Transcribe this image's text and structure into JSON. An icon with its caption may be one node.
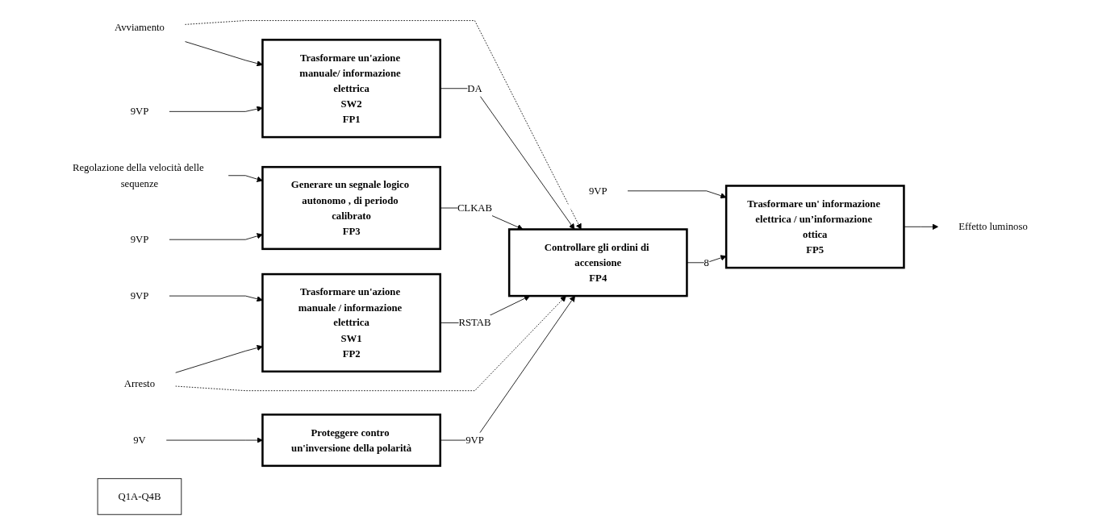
{
  "diagram": {
    "nodes": [
      {
        "text": [
          "Avviamento"
        ]
      },
      {
        "text": [
          "Trasformare un'azione manuale/ informazione elettrica",
          "SW2",
          "FP1"
        ]
      },
      {
        "text": [
          "9VP"
        ]
      },
      {
        "text": [
          "Regolazione della velocità delle sequenze"
        ]
      },
      {
        "text": [
          "Generare un segnale logico autonomo , di periodo calibrato",
          "FP3"
        ]
      },
      {
        "text": [
          "9VP"
        ]
      },
      {
        "text": [
          "9VP"
        ]
      },
      {
        "text": [
          "Trasformare un'azione manuale / informazione elettrica",
          "SW1",
          "FP2"
        ]
      },
      {
        "text": [
          "Arresto"
        ]
      },
      {
        "text": [
          "9V"
        ]
      },
      {
        "text": [
          "Proteggere contro un'inversione della polarità"
        ]
      },
      {
        "text": [
          "Controllare gli ordini di accensione",
          "FP4"
        ]
      },
      {
        "text": [
          "9VP"
        ]
      },
      {
        "text": [
          "Trasformare un' informazione elettrica / un’informazione ottica",
          "FP5"
        ]
      },
      {
        "text": [
          "Effetto luminoso"
        ]
      },
      {
        "text": [
          "Q1A-Q4B"
        ]
      }
    ],
    "edges": [
      {
        "from": 0,
        "to": 1,
        "arrow": "to"
      },
      {
        "from": 0,
        "to": 11,
        "arrow": "to",
        "style": "dashed"
      },
      {
        "from": 2,
        "to": 1,
        "arrow": "to"
      },
      {
        "from": 1,
        "to": 11,
        "label": "DA",
        "arrow": "to"
      },
      {
        "from": 3,
        "to": 4,
        "arrow": "to"
      },
      {
        "from": 5,
        "to": 4,
        "arrow": "to"
      },
      {
        "from": 4,
        "to": 11,
        "label": "CLKAB",
        "arrow": "to"
      },
      {
        "from": 6,
        "to": 7,
        "arrow": "to"
      },
      {
        "from": 8,
        "to": 7,
        "arrow": "to"
      },
      {
        "from": 7,
        "to": 11,
        "label": "RSTAB",
        "arrow": "to"
      },
      {
        "from": 8,
        "to": 11,
        "arrow": "to",
        "style": "dashed"
      },
      {
        "from": 9,
        "to": 10,
        "arrow": "to"
      },
      {
        "from": 10,
        "to": 11,
        "label": "9VP",
        "arrow": "to"
      },
      {
        "from": 12,
        "to": 13,
        "arrow": "to"
      },
      {
        "from": 11,
        "to": 13,
        "label": "8",
        "arrow": "to"
      },
      {
        "from": 13,
        "to": 14,
        "arrow": "to"
      }
    ]
  }
}
